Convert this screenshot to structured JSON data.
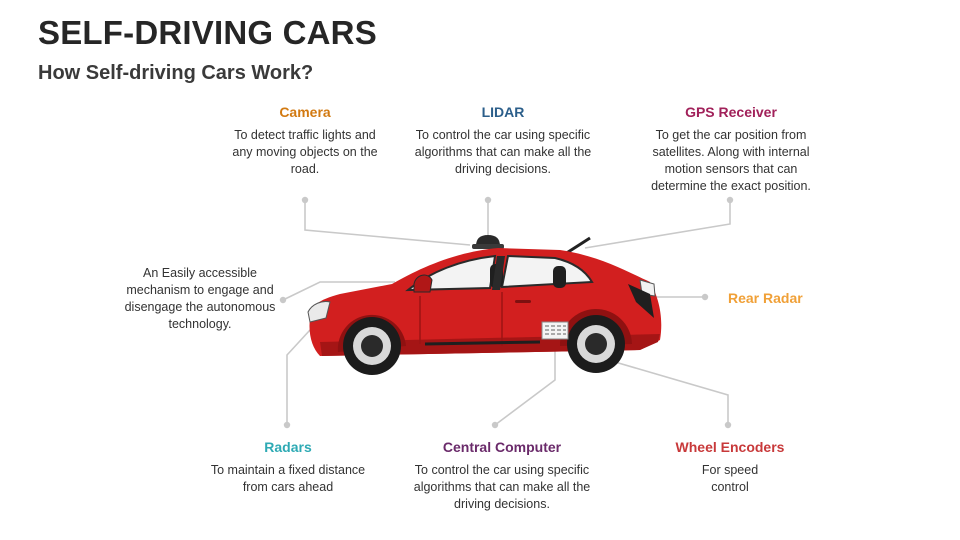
{
  "title": "SELF-DRIVING CARS",
  "subtitle": "How Self-driving Cars Work?",
  "colors": {
    "camera": "#d27a12",
    "lidar": "#2b5e8a",
    "gps": "#a1215a",
    "rear_radar": "#f0a037",
    "radars": "#2eaab4",
    "central_computer": "#6a2a6a",
    "wheel_encoders": "#c8393a",
    "car_body": "#d21f1f",
    "connector": "#c9c9c9"
  },
  "components": {
    "camera": {
      "title": "Camera",
      "desc": "To detect traffic lights and any moving objects on the road."
    },
    "lidar": {
      "title": "LIDAR",
      "desc": "To control the car using specific algorithms that can make all the driving decisions."
    },
    "gps": {
      "title": "GPS Receiver",
      "desc": "To get the car position from satellites. Along with internal motion sensors that can determine the exact position."
    },
    "mechanism": {
      "desc": "An Easily accessible mechanism to engage and disengage the autonomous technology."
    },
    "rear_radar": {
      "title": "Rear Radar"
    },
    "radars": {
      "title": "Radars",
      "desc": "To maintain a fixed distance from cars ahead"
    },
    "central_computer": {
      "title": "Central Computer",
      "desc": "To control the car using specific algorithms that can make all the driving decisions."
    },
    "wheel_encoders": {
      "title": "Wheel Encoders",
      "desc": "For speed control"
    }
  }
}
